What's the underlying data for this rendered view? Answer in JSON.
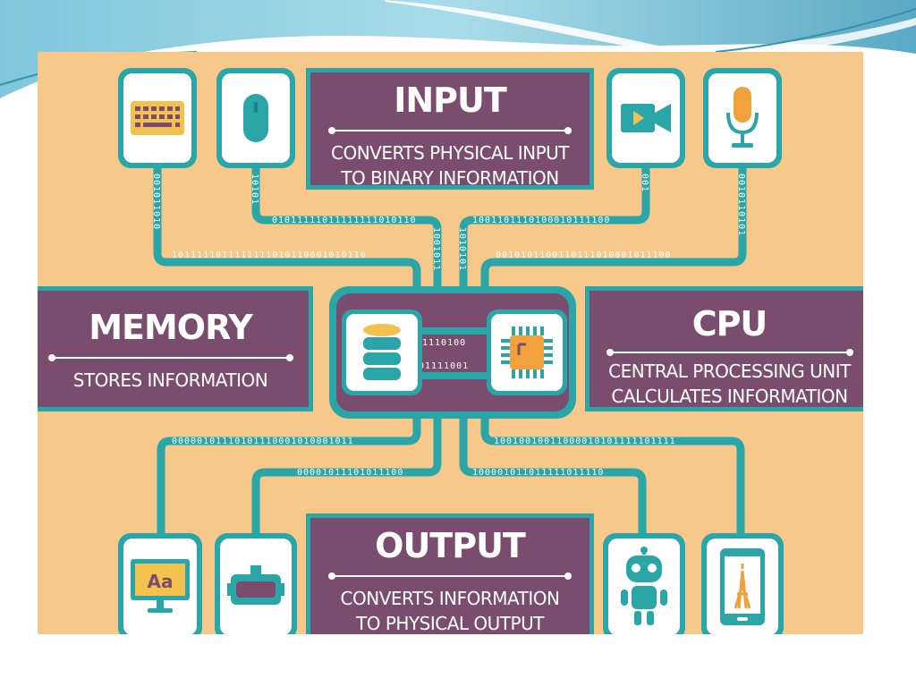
{
  "input": {
    "title": "INPUT",
    "desc_line1": "CONVERTS PHYSICAL INPUT",
    "desc_line2": "TO BINARY INFORMATION"
  },
  "memory": {
    "title": "MEMORY",
    "desc": "STORES INFORMATION"
  },
  "cpu": {
    "title": "CPU",
    "desc_line1": "CENTRAL PROCESSING UNIT",
    "desc_line2": "CALCULATES INFORMATION"
  },
  "output": {
    "title": "OUTPUT",
    "desc_line1": "CONVERTS INFORMATION",
    "desc_line2": "TO PHYSICAL OUTPUT"
  },
  "devices": {
    "input": [
      "keyboard-icon",
      "mouse-icon",
      "video-camera-icon",
      "microphone-icon"
    ],
    "output": [
      "monitor-icon",
      "vr-headset-icon",
      "robot-icon",
      "smartphone-icon"
    ],
    "hub": [
      "database-icon",
      "cpu-chip-icon"
    ]
  },
  "binary": {
    "top_left_upper": "01011111011111111010110",
    "top_left_lower": "1011111011111111010110001010110",
    "top_right_upper": "1001101110100010111100",
    "top_right_lower": "0010101100110111010001011100",
    "keyboard_wire": "001011010",
    "mouse_wire": "10101",
    "camera_wire": "001",
    "mic_wire": "0010110101",
    "center_left_vertical": "1001011",
    "center_right_vertical": "1010101",
    "hub_upper": "1110100",
    "hub_lower": "01111001",
    "bottom_left_upper": "00000101110101110001010001011",
    "bottom_left_lower": "00001011101011100",
    "bottom_right_upper": "10010010011000010101111101111",
    "bottom_right_lower": "100001011011111011110"
  },
  "colors": {
    "background": "#f6c88a",
    "panel": "#7a4c6e",
    "teal": "#2aa5a8",
    "accent_orange": "#f2a23c",
    "icon_yellow": "#f2c14e"
  }
}
